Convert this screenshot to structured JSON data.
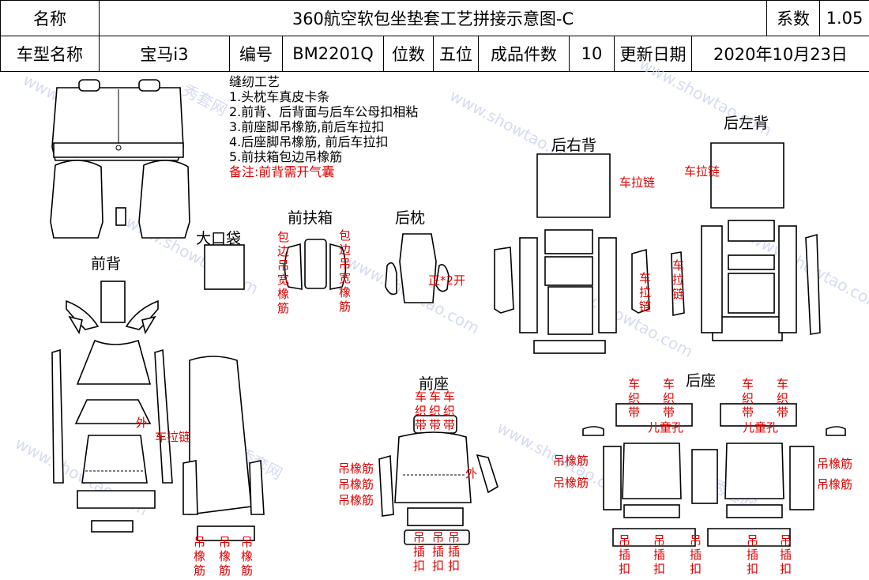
{
  "header": {
    "name_label": "名称",
    "title": "360航空软包坐垫套工艺拼接示意图-C",
    "coef_label": "系数",
    "coef_value": "1.05",
    "model_label": "车型名称",
    "model_value": "宝马i3",
    "code_label": "编号",
    "code_value": "BM2201Q",
    "seats_label": "位数",
    "seats_value": "五位",
    "pieces_label": "成品件数",
    "pieces_value": "10",
    "update_label": "更新日期",
    "update_value": "2020年10月23日"
  },
  "craft": {
    "title": "缝纫工艺",
    "steps": [
      "1.头枕车真皮卡条",
      "2.前背、后背面与后车公母扣相粘",
      "3.前座脚吊橡筋,前后车拉扣",
      "4.后座脚吊橡筋, 前后车拉扣",
      "5.前扶箱包边吊橡筋"
    ],
    "note": "备注:前背需开气囊"
  },
  "labels": {
    "front_back": "前背",
    "big_pocket": "大口袋",
    "front_armrest": "前扶箱",
    "rear_headrest": "后枕",
    "rear_right_back": "后右背",
    "rear_left_back": "后左背",
    "front_seat": "前座",
    "rear_seat": "后座"
  },
  "annotations": {
    "edge_band": "包边吊宽橡筋",
    "open_2": "正*2开",
    "zipper": "车拉链",
    "outer": "外",
    "sew_band": "车织带",
    "child_hole": "儿童孔",
    "hang_elastic": "吊橡筋",
    "hang_clip": "吊插扣"
  },
  "watermark": {
    "cn": "秀套网",
    "en": "www.showtao.com"
  }
}
